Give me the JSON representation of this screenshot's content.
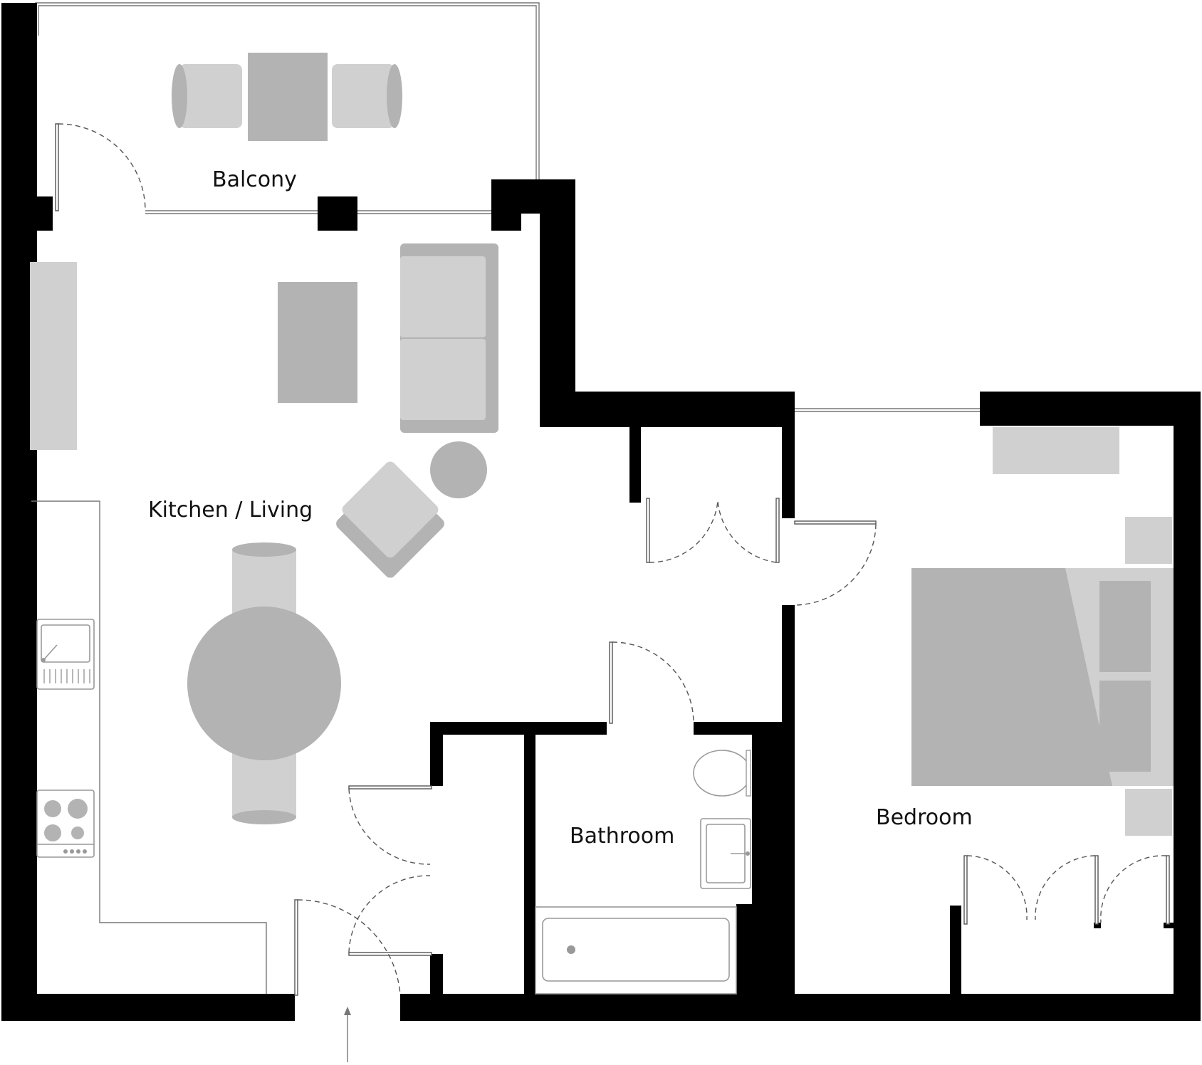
{
  "floorplan": {
    "rooms": {
      "balcony": "Balcony",
      "kitchen_living": "Kitchen / Living",
      "bathroom": "Bathroom",
      "bedroom": "Bedroom"
    },
    "colors": {
      "wall": "#000000",
      "furniture_dark": "#b3b3b3",
      "furniture_light": "#d0d0d0",
      "line": "#555555",
      "background": "#ffffff"
    },
    "entrance_marker": "arrow-up"
  }
}
